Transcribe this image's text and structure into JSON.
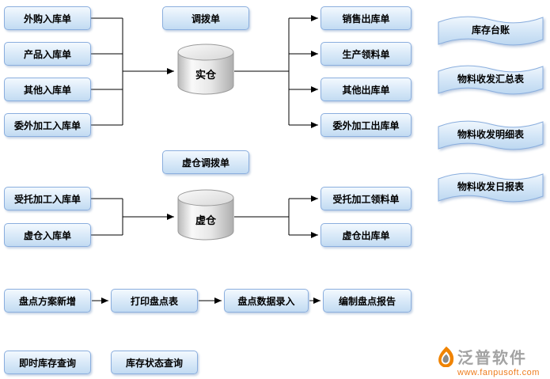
{
  "diagram": {
    "section1": {
      "inputs": [
        "外购入库单",
        "产品入库单",
        "其他入库单",
        "委外加工入库单"
      ],
      "transfer": "调拨单",
      "warehouse": "实仓",
      "outputs": [
        "销售出库单",
        "生产领料单",
        "其他出库单",
        "委外加工出库单"
      ]
    },
    "reports": [
      "库存台账",
      "物料收发汇总表",
      "物料收发明细表",
      "物料收发日报表"
    ],
    "section2": {
      "inputs": [
        "受托加工入库单",
        "虚仓入库单"
      ],
      "transfer": "虚仓调拨单",
      "warehouse": "虚仓",
      "outputs": [
        "受托加工领料单",
        "虚仓出库单"
      ]
    },
    "counting": [
      "盘点方案新增",
      "打印盘点表",
      "盘点数据录入",
      "编制盘点报告"
    ],
    "queries": [
      "即时库存查询",
      "库存状态查询"
    ],
    "brand": {
      "name": "泛普软件",
      "url": "www.fanpusoft.com"
    }
  },
  "colors": {
    "box_border": "#8aaede",
    "box_fill_top": "#f3f9fe",
    "box_fill_bottom": "#c2dbf2",
    "arrow": "#000000",
    "brand_orange": "#ee7d1f",
    "brand_gray": "#a3a3a3"
  }
}
